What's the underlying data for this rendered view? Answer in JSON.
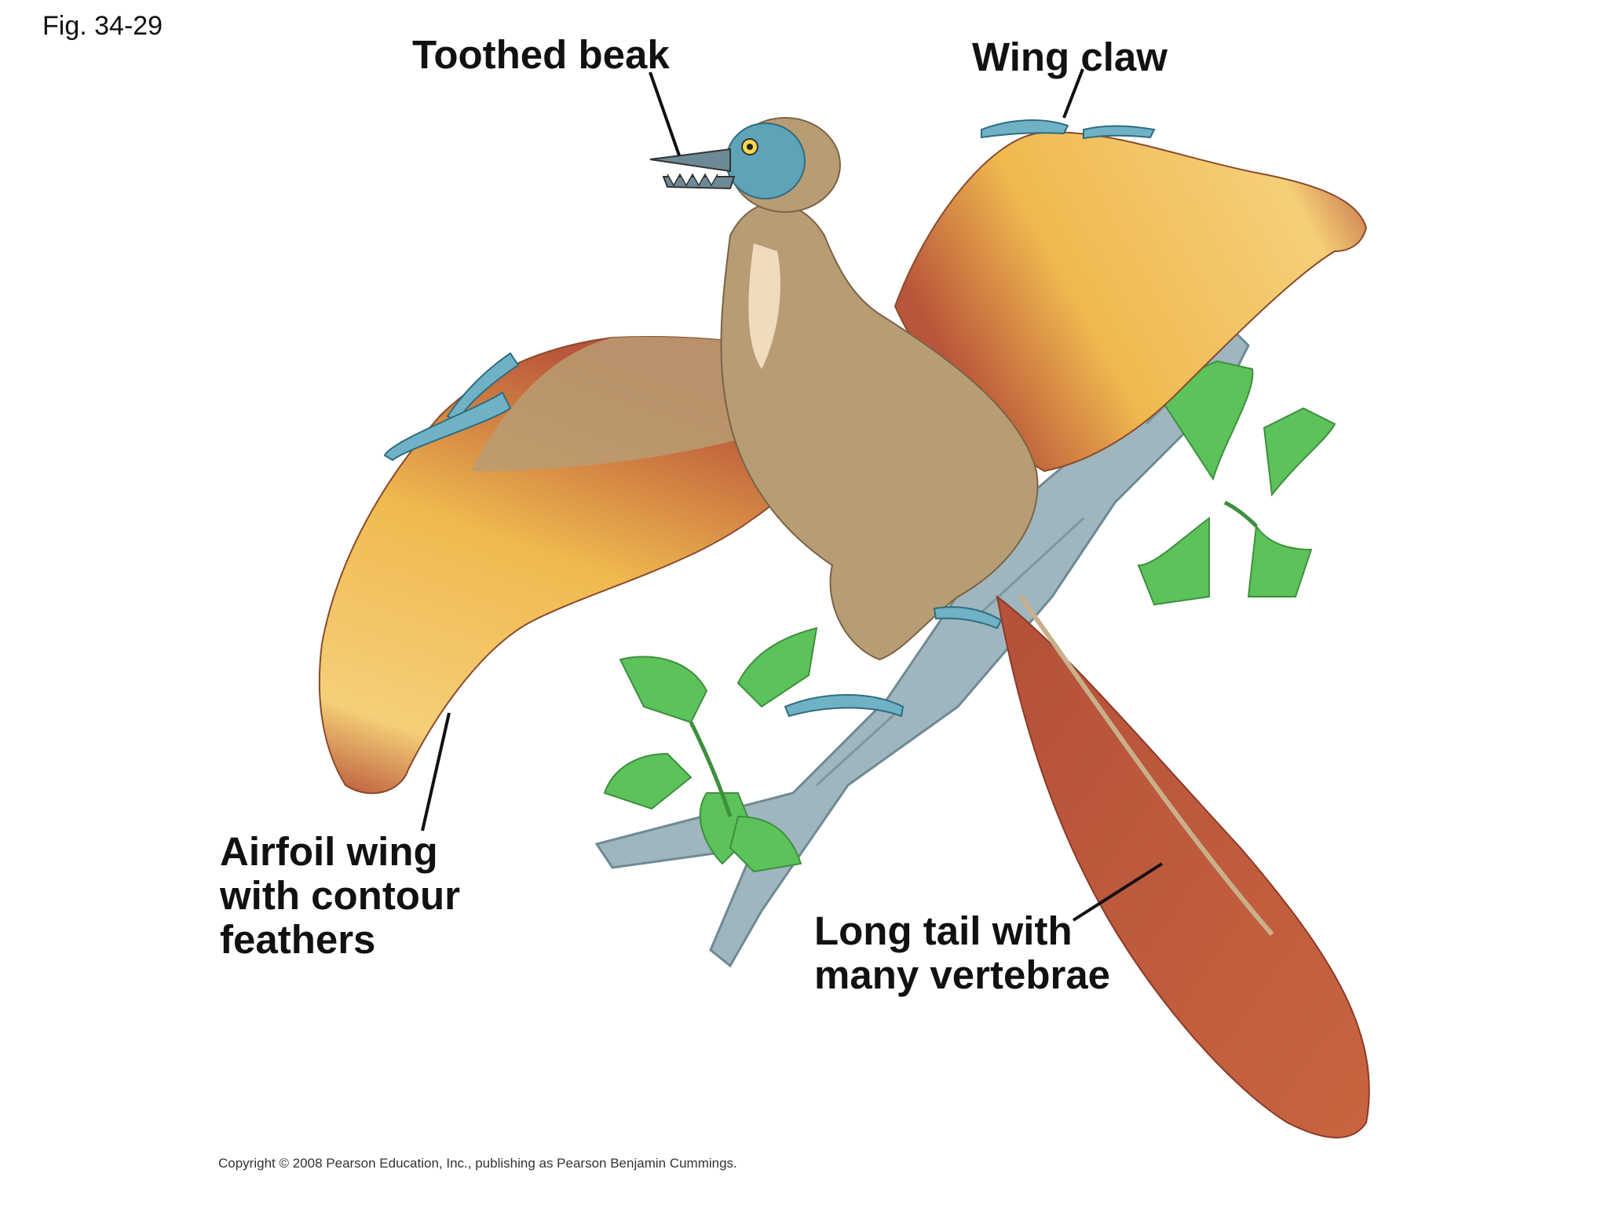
{
  "figure": {
    "number": "Fig. 34-29"
  },
  "labels": {
    "toothed_beak": "Toothed beak",
    "wing_claw": "Wing claw",
    "airfoil_wing": [
      "Airfoil wing",
      "with contour",
      "feathers"
    ],
    "long_tail": [
      "Long tail with",
      "many vertebrae"
    ]
  },
  "copyright": "Copyright © 2008 Pearson Education, Inc., publishing as Pearson Benjamin Cummings.",
  "colors": {
    "body": "#b89c73",
    "feather_light": "#f2c564",
    "feather_dark": "#b8553a",
    "tail": "#c1603f",
    "head": "#5fa3b8",
    "branch": "#9fb6bf",
    "leaf": "#5cc25a"
  }
}
